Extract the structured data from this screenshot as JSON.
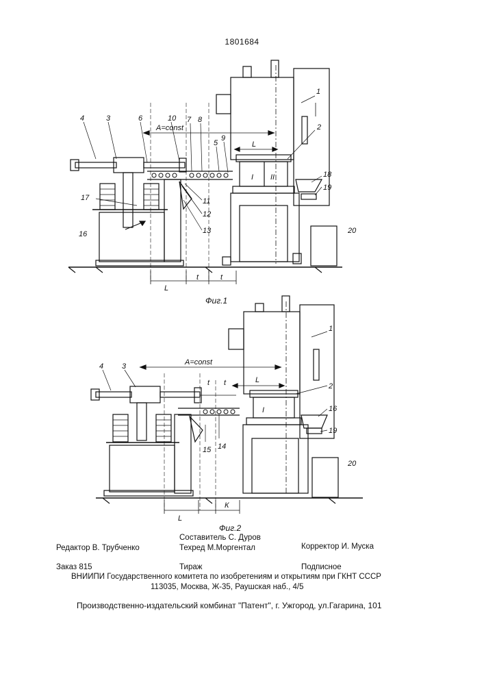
{
  "header": {
    "patent_number": "1801684"
  },
  "figure1": {
    "caption": "Фиг.1",
    "dimension_a": "A=const",
    "dimension_l_top": "L",
    "dimension_l_bottom": "L",
    "dimension_t1": "t",
    "dimension_t2": "t",
    "roman_1": "I",
    "roman_2": "II",
    "labels": [
      "1",
      "2",
      "3",
      "4",
      "5",
      "6",
      "7",
      "8",
      "9",
      "10",
      "11",
      "12",
      "13",
      "16",
      "17",
      "18",
      "19",
      "20"
    ]
  },
  "figure2": {
    "caption": "Фиг.2",
    "dimension_a": "A=const",
    "dimension_l_top": "L",
    "dimension_l_bottom": "L",
    "dimension_t1": "t",
    "dimension_t2": "t",
    "dimension_k": "К",
    "roman_1": "I",
    "labels": [
      "1",
      "2",
      "3",
      "4",
      "14",
      "15",
      "16",
      "19",
      "20"
    ]
  },
  "imprint": {
    "compiler": "Составитель С. Дуров",
    "editor": "Редактор В. Трубченко",
    "techred": "Техред М.Моргентал",
    "corrector": "Корректор  И. Муска",
    "order": "Заказ 815",
    "circulation": "Тираж",
    "subscription": "Подписное",
    "institute": "ВНИИПИ Государственного комитета по изобретениям и открытиям при ГКНТ СССР",
    "address": "113035, Москва, Ж-35, Раушская наб., 4/5",
    "publisher": "Производственно-издательский комбинат \"Патент\", г. Ужгород, ул.Гагарина, 101"
  }
}
